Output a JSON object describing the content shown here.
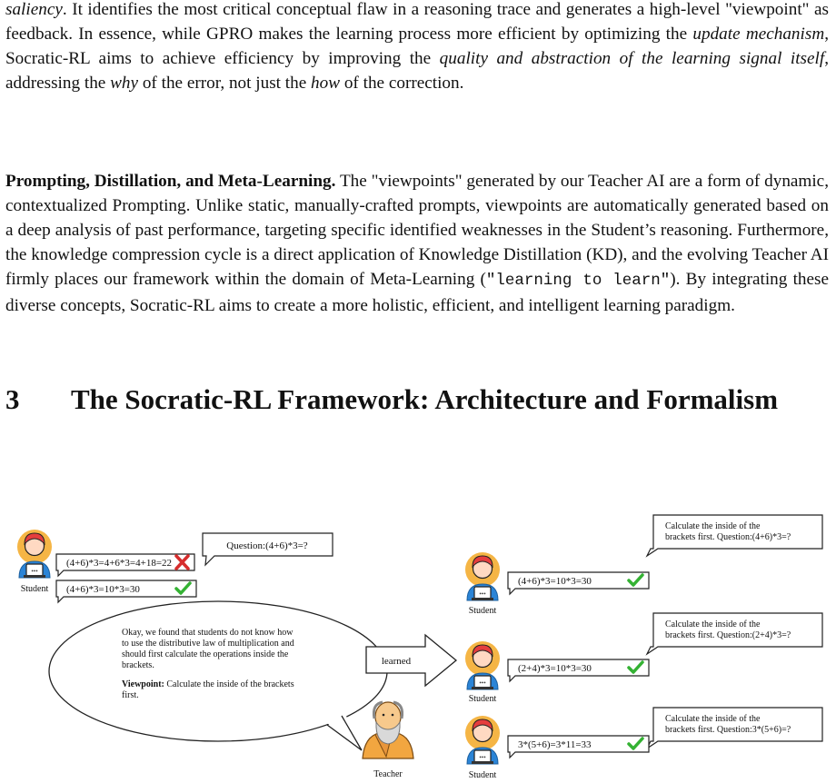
{
  "p1": {
    "s1": "saliency",
    "s2": ". It identifies the most critical conceptual flaw in a reasoning trace and generates a high-level \"viewpoint\" as feedback. In essence, while GPRO makes the learning process more efficient by optimizing the ",
    "s3": "update mechanism",
    "s4": ", Socratic-RL aims to achieve efficiency by improving the ",
    "s5": "quality and abstraction of the learning signal itself",
    "s6": ", addressing the ",
    "s7": "why",
    "s8": " of the error, not just the ",
    "s9": "how",
    "s10": " of the correction."
  },
  "p2": {
    "title": "Prompting, Distillation, and Meta-Learning.",
    "s1": " The \"viewpoints\" generated by our Teacher AI are a form of dynamic, contextualized Prompting. Unlike static, manually-crafted prompts, viewpoints are automatically generated based on a deep analysis of past performance, targeting specific identified weaknesses in the Student’s reasoning. Furthermore, the knowledge compression cycle is a direct application of Knowledge Distillation (KD), and the evolving Teacher AI firmly places our framework within the domain of Meta-Learning (",
    "mono": "\"learning to learn\"",
    "s2": "). By integrating these diverse concepts, Socratic-RL aims to create a more holistic, efficient, and intelligent learning paradigm."
  },
  "section": {
    "number": "3",
    "title": "The Socratic-RL Framework: Architecture and Formalism"
  },
  "figure": {
    "question_top": "Question:(4+6)*3=?",
    "left_wrong": "(4+6)*3=4+6*3=4+18=22",
    "left_right": "(4+6)*3=10*3=30",
    "student_label": "Student",
    "teacher_label": "Teacher",
    "bubble_lines": [
      "Okay, we found that students do not know how",
      "to use the distributive law of multiplication and",
      "should first calculate the operations inside the",
      "brackets."
    ],
    "viewpoint_label": "Viewpoint:",
    "viewpoint_l1": " Calculate the inside of the brackets",
    "viewpoint_l2": "first.",
    "learned": "learned",
    "hints": [
      {
        "l1": "Calculate the inside of the",
        "l2": "brackets first. Question:(4+6)*3=?"
      },
      {
        "l1": "Calculate the inside of the",
        "l2": "brackets first. Question:(2+4)*3=?"
      },
      {
        "l1": "Calculate the inside of the",
        "l2": "brackets first. Question:3*(5+6)=?"
      }
    ],
    "answers": [
      "(4+6)*3=10*3=30",
      "(2+4)*3=10*3=30",
      "3*(5+6)=3*11=33"
    ]
  }
}
